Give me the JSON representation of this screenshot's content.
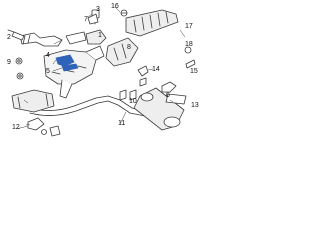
{
  "labels": {
    "l1": "1",
    "l2": "2",
    "l3": "3",
    "l4": "4",
    "l5": "5",
    "l6": "6",
    "l7": "7",
    "l8": "8",
    "l9": "9",
    "l10": "10",
    "l11": "11",
    "l12": "12",
    "l13": "13",
    "l14": "14",
    "l15": "15",
    "l16": "16",
    "l17": "17",
    "l18": "18"
  },
  "colors": {
    "line": "#3a3a3a",
    "highlight": "#2f63b8",
    "fill": "#ffffff",
    "shade": "#d9d9d9"
  }
}
